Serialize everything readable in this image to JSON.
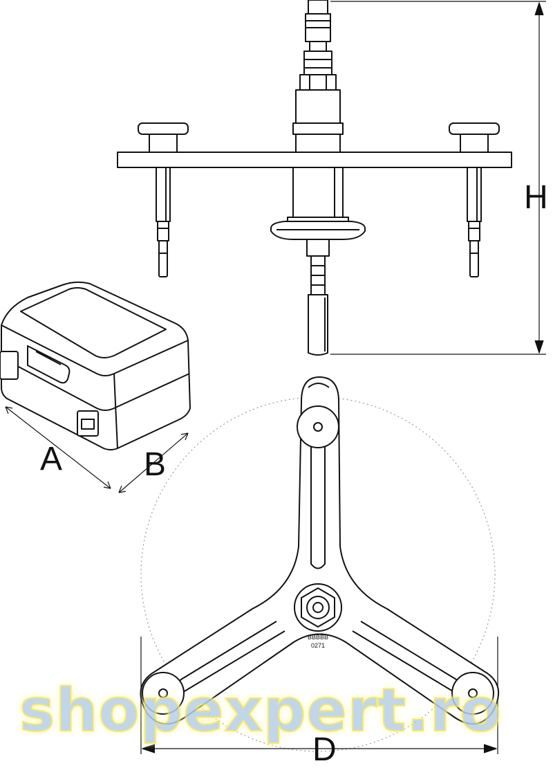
{
  "dimensions": {
    "height_label": "H",
    "case_length_label": "A",
    "case_width_label": "B",
    "spread_label": "D"
  },
  "puller_markings": {
    "line1": "BBBBB",
    "line2": "0271"
  },
  "watermark": {
    "text": "shopexpert.ro",
    "fill_color": "#b7cfe6",
    "outline_color": "#f1e45b"
  }
}
